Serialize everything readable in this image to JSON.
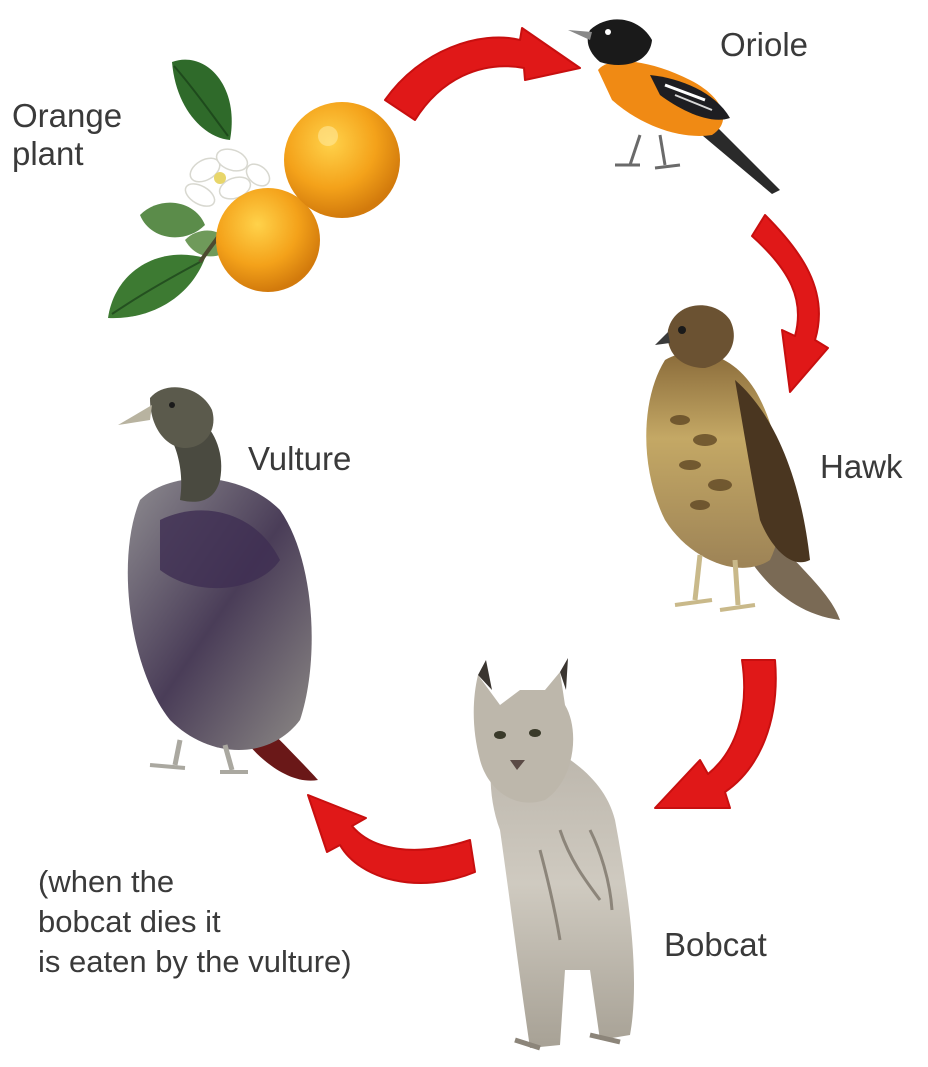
{
  "diagram": {
    "organisms": {
      "orange_plant": {
        "label_line1": "Orange",
        "label_line2": "plant",
        "icon": "orange-plant-icon"
      },
      "oriole": {
        "label": "Oriole",
        "icon": "oriole-icon"
      },
      "hawk": {
        "label": "Hawk",
        "icon": "hawk-icon"
      },
      "bobcat": {
        "label": "Bobcat",
        "icon": "bobcat-icon"
      },
      "vulture": {
        "label": "Vulture",
        "icon": "vulture-icon"
      }
    },
    "note": {
      "line1": "(when the",
      "line2": "bobcat dies it",
      "line3": "is eaten by the vulture)"
    },
    "flow": [
      "Orange plant",
      "Oriole",
      "Hawk",
      "Bobcat",
      "Vulture",
      "Orange plant"
    ],
    "colors": {
      "arrow": "#e01818",
      "text": "#3a3a3a"
    }
  }
}
